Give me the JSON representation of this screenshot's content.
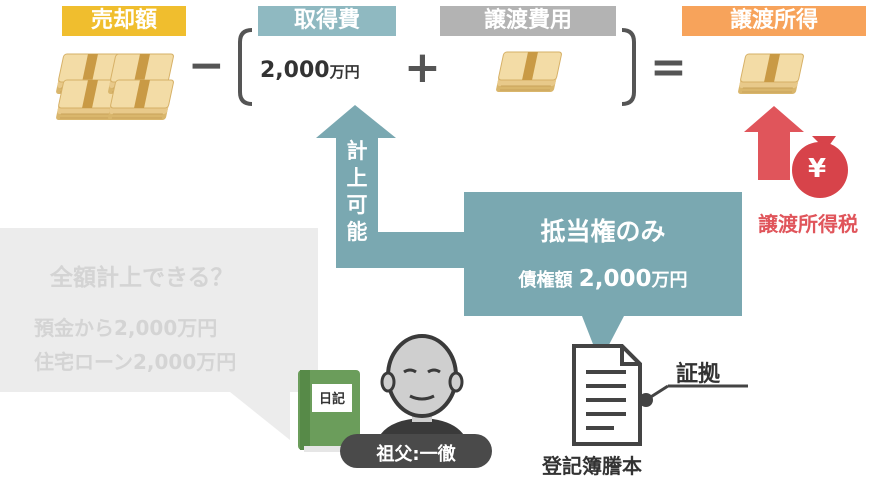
{
  "labels": {
    "sale_price": "売却額",
    "acquisition_cost": "取得費",
    "transfer_cost": "譲渡費用",
    "transfer_income": "譲渡所得"
  },
  "acquisition_amount": {
    "value": "2,000",
    "unit": "万円"
  },
  "operators": {
    "minus": "−",
    "plus": "+",
    "equals": "="
  },
  "arrow_text": [
    "計",
    "上",
    "可",
    "能"
  ],
  "tax_label": "譲渡所得税",
  "yen_symbol": "¥",
  "grey_bubble": {
    "question": "全額計上できる？",
    "line1": "預金から2,000万円",
    "line2": "住宅ローン2,000万円"
  },
  "teal_bubble": {
    "title": "抵当権のみ",
    "line_label": "債権額",
    "line_value": "2,000",
    "line_unit": "万円"
  },
  "diary_label": "日記",
  "person_name": "祖父:一徹",
  "evidence_label": "証拠",
  "document_label": "登記簿謄本",
  "colors": {
    "sale": "#f0be2e",
    "acquisition": "#8fb9c1",
    "transfer_cost": "#b3b3b3",
    "income": "#f7a35b",
    "tax_red": "#e0555b",
    "teal": "#7aa8b1",
    "grey_bubble": "#ececec",
    "diary_green": "#6b9d5b"
  }
}
